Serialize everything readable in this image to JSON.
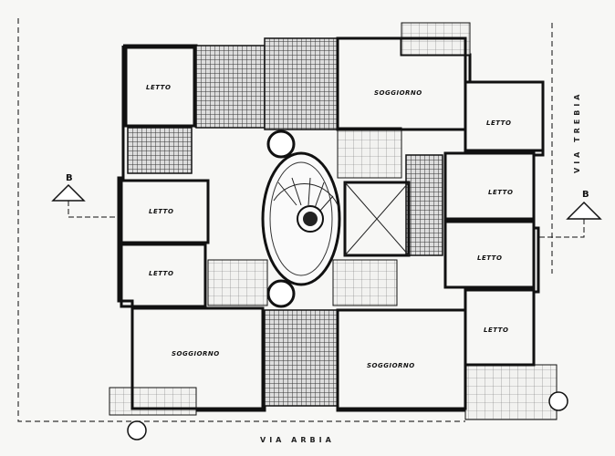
{
  "rooms": {
    "letto_1": "LETTO",
    "letto_2": "LETTO",
    "letto_3": "LETTO",
    "letto_4": "LETTO",
    "letto_5": "LETTO",
    "letto_6": "LETTO",
    "letto_7": "LETTO",
    "soggiorno_1": "SOGGIORNO",
    "soggiorno_2": "SOGGIORNO",
    "soggiorno_3": "SOGGIORNO"
  },
  "streets": {
    "bottom": "VIA ARBIA",
    "right": "VIA TREBIA"
  },
  "section_marks": {
    "left": "B",
    "right": "B"
  }
}
